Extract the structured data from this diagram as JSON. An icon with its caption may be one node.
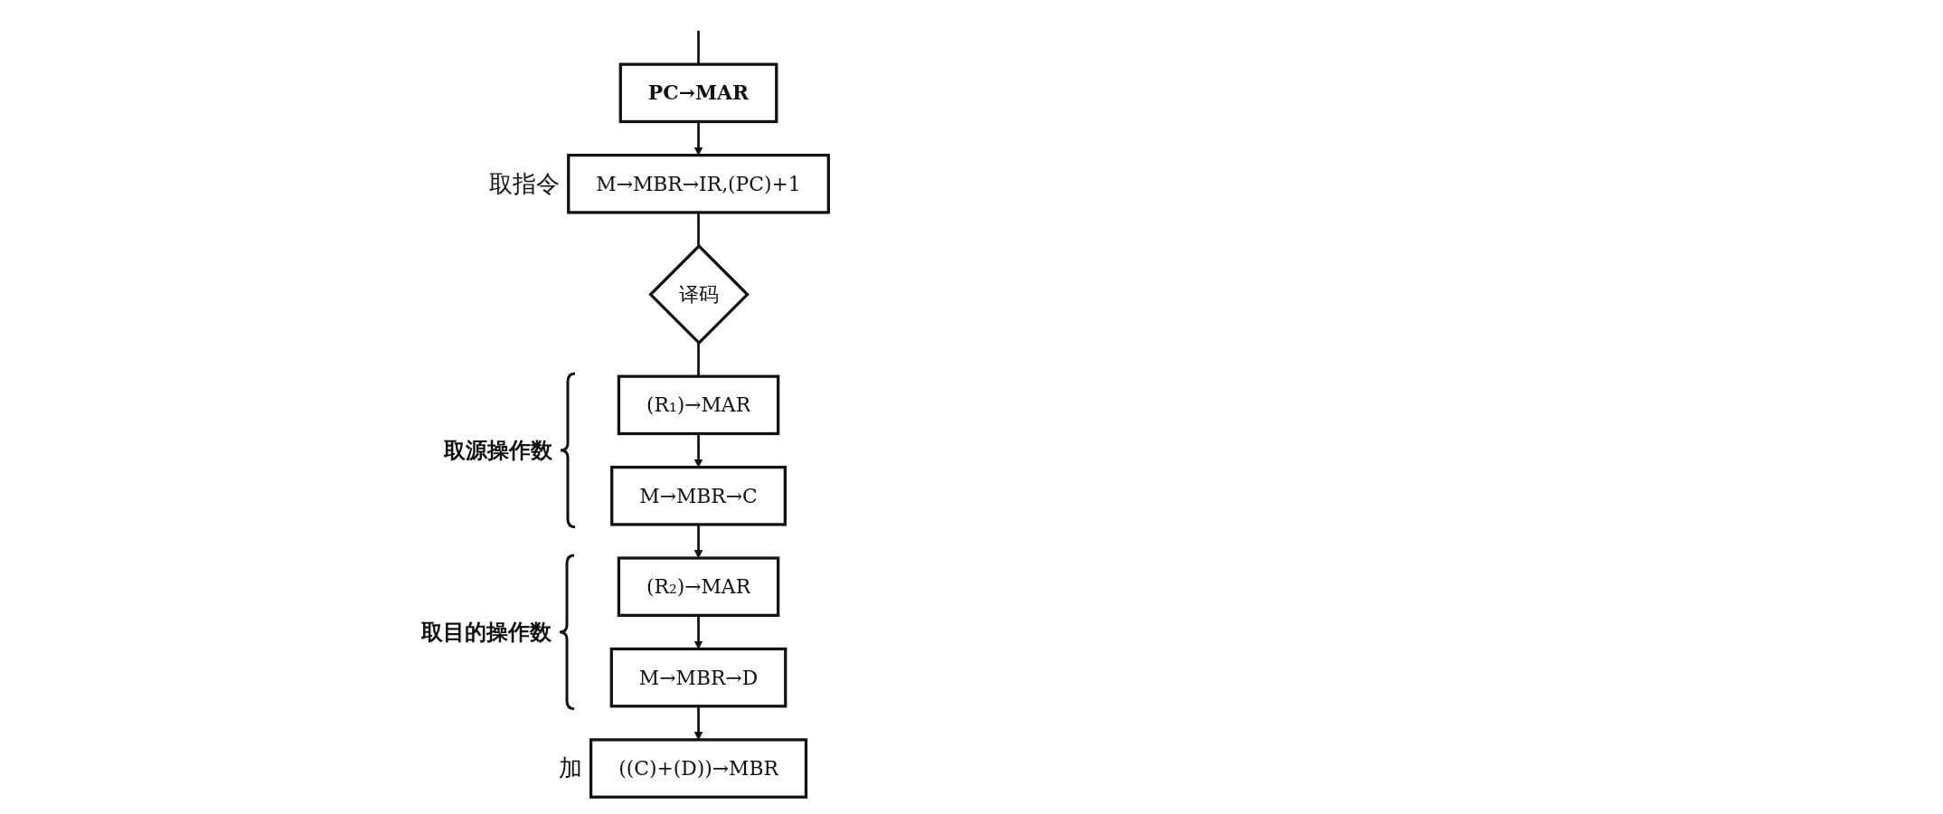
{
  "diagram": {
    "nodes": [
      {
        "text": [
          "PC→MAR"
        ]
      },
      {
        "text": [
          "M→MBR→IR,(PC)+1"
        ],
        "beside": [
          "取指令"
        ]
      },
      {
        "text": [
          "译码"
        ]
      },
      {
        "text": [
          "(R₁)→MAR"
        ]
      },
      {
        "text": [
          "M→MBR→C"
        ]
      },
      {
        "text": [
          "(R₂)→MAR"
        ]
      },
      {
        "text": [
          "M→MBR→D"
        ]
      },
      {
        "text": [
          "((C)+(D))→MBR"
        ],
        "beside": [
          "加"
        ]
      }
    ],
    "edges": [
      {
        "from": null,
        "to": 0,
        "arrow": "none"
      },
      {
        "from": 0,
        "to": 1,
        "arrow": "to"
      },
      {
        "from": 1,
        "to": 2,
        "arrow": "none"
      },
      {
        "from": 2,
        "to": 3,
        "arrow": "none"
      },
      {
        "from": 3,
        "to": 4,
        "arrow": "to"
      },
      {
        "from": 4,
        "to": 5,
        "arrow": "to"
      },
      {
        "from": 5,
        "to": 6,
        "arrow": "to"
      },
      {
        "from": 6,
        "to": 7,
        "arrow": "to"
      }
    ],
    "labels": [
      "取源操作数",
      "取目的操作数"
    ]
  }
}
